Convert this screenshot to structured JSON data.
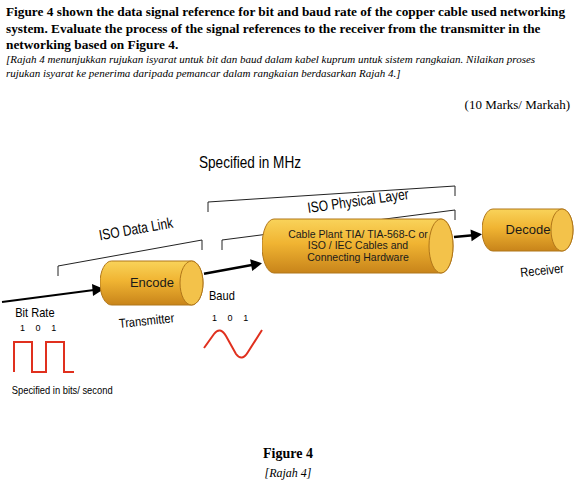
{
  "diagram": {
    "caption": "Figure 4",
    "nodes": [
      {
        "text": [
          "Encode"
        ]
      },
      {
        "text": [
          "Cable Plant TIA/ TIA-568-C or ISO / IEC Cables and Connecting Hardware"
        ]
      },
      {
        "text": [
          "Decode"
        ]
      }
    ],
    "edges": [
      {
        "from": 0,
        "to": 1,
        "arrow": "to"
      },
      {
        "from": 1,
        "to": 2,
        "arrow": "to"
      }
    ],
    "labels": [
      "Figure 4 shown the data signal reference for bit and baud rate of the copper cable used networking system. Evaluate the process of the signal references to the receiver from the transmitter in the networking based on Figure 4.",
      "[Rajah 4 menunjukkan rujukan isyarat untuk bit dan baud dalam kabel kuprum untuk sistem rangkaian. Nilaikan proses rujukan isyarat ke penerima daripada pemancar dalam rangkaian berdasarkan Rajah 4.]",
      "(10 Marks/ Markah)",
      "Specified in MHz",
      "ISO Data Link",
      "ISO Physical Layer",
      "Bit Rate",
      "1 0 1",
      "Specified in bits/ second",
      "Transmitter",
      "Baud",
      "1 0 1",
      "Receiver",
      "[Rajah 4]"
    ]
  }
}
